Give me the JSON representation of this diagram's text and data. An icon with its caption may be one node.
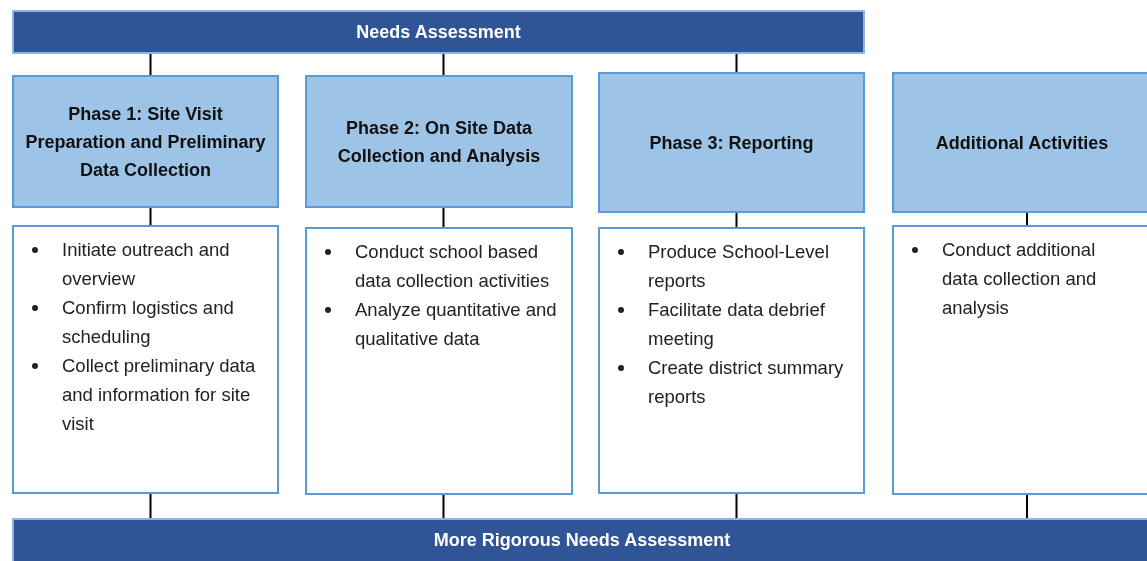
{
  "diagram": {
    "nodes": [
      {
        "text": [
          "Needs Assessment"
        ]
      },
      {
        "text": [
          "Phase 1: Site Visit Preparation and Preliminary Data Collection"
        ]
      },
      {
        "text": [
          "Phase 2: On Site Data Collection and Analysis"
        ]
      },
      {
        "text": [
          "Phase 3: Reporting"
        ]
      },
      {
        "text": [
          "Additional Activities"
        ]
      },
      {
        "text": [
          "Initiate outreach and overview",
          "Confirm logistics and scheduling",
          "Collect preliminary data and information for site visit"
        ]
      },
      {
        "text": [
          "Conduct school based data collection activities",
          "Analyze quantitative and qualitative data"
        ]
      },
      {
        "text": [
          "Produce School-Level reports",
          "Facilitate data debrief meeting",
          "Create district summary reports"
        ]
      },
      {
        "text": [
          "Conduct additional data collection and analysis"
        ]
      },
      {
        "text": [
          "More Rigorous Needs Assessment"
        ]
      }
    ],
    "edges": [
      {
        "from": 0,
        "to": 1,
        "arrow": "none"
      },
      {
        "from": 0,
        "to": 2,
        "arrow": "none"
      },
      {
        "from": 0,
        "to": 3,
        "arrow": "none"
      },
      {
        "from": 1,
        "to": 5,
        "arrow": "none"
      },
      {
        "from": 2,
        "to": 6,
        "arrow": "none"
      },
      {
        "from": 3,
        "to": 7,
        "arrow": "none"
      },
      {
        "from": 4,
        "to": 8,
        "arrow": "none"
      },
      {
        "from": 5,
        "to": 9,
        "arrow": "none"
      },
      {
        "from": 6,
        "to": 9,
        "arrow": "none"
      },
      {
        "from": 7,
        "to": 9,
        "arrow": "none"
      },
      {
        "from": 8,
        "to": 9,
        "arrow": "none"
      }
    ]
  }
}
